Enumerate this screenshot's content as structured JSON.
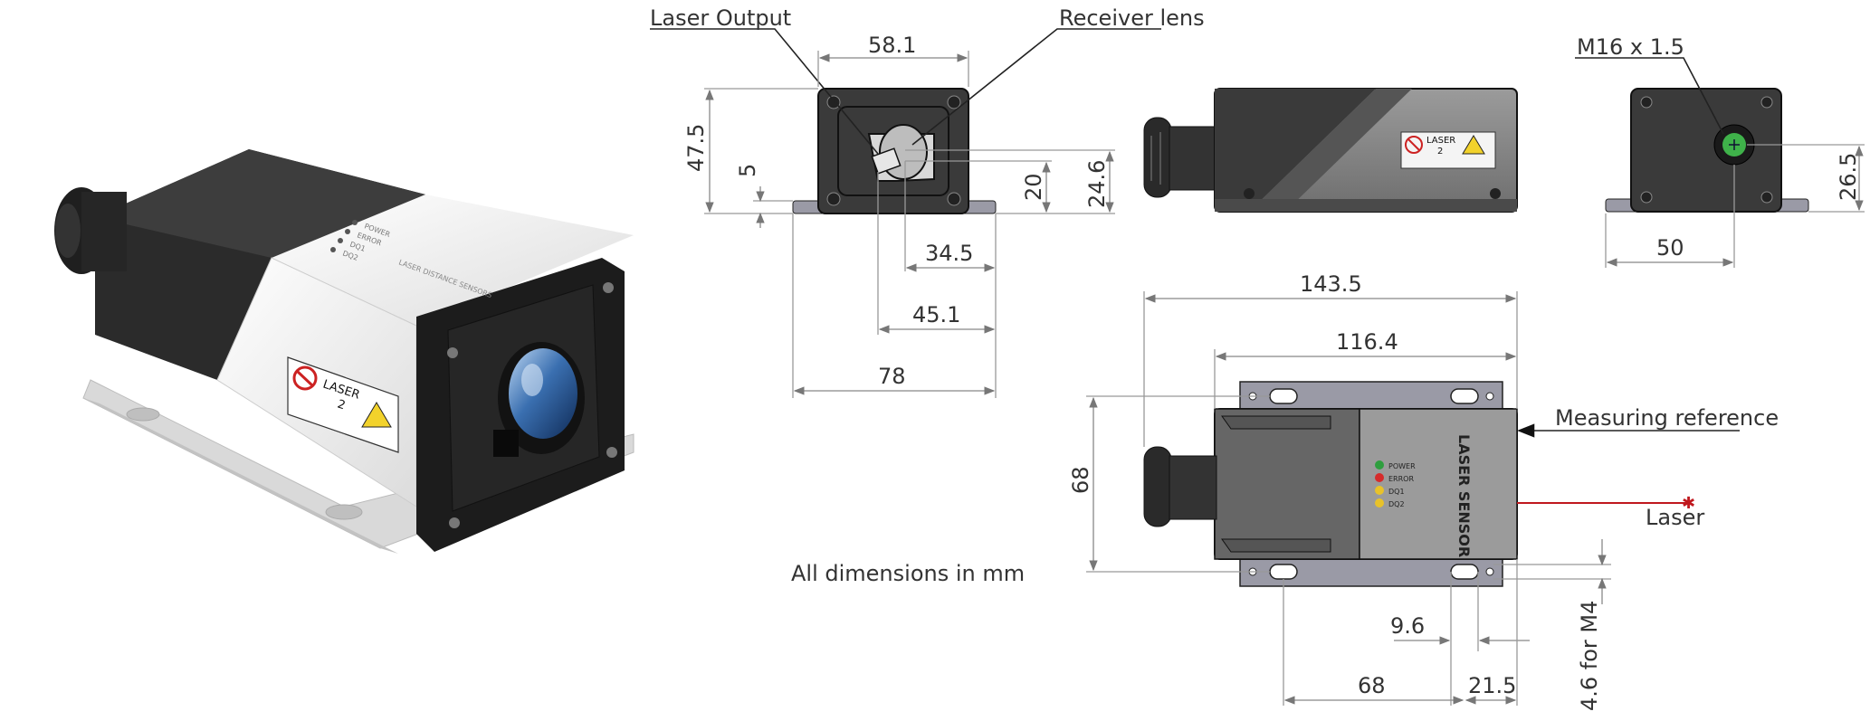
{
  "labels": {
    "laser_output": "Laser Output",
    "receiver_lens": "Receiver lens",
    "thread": "M16 x 1.5",
    "measuring_reference": "Measuring reference",
    "laser": "Laser",
    "units_note": "All dimensions in mm"
  },
  "product_photo": {
    "brand_text": "LASER DISTANCE SENSORS",
    "led_labels": [
      "POWER",
      "ERROR",
      "DQ1",
      "DQ2"
    ],
    "warning_class_title": "LASER",
    "warning_class_number": "2"
  },
  "front_view": {
    "dims": {
      "width_top": "58.1",
      "height": "47.5",
      "base_offset": "5",
      "lens_height_inner": "20",
      "lens_height_outer": "24.6",
      "lens_x_inner": "34.5",
      "lens_x_outer": "45.1",
      "base_width": "78"
    }
  },
  "side_view": {
    "warning_title": "LASER",
    "warning_class": "2"
  },
  "rear_view": {
    "dims": {
      "connector_height": "26.5",
      "connector_x": "50"
    }
  },
  "top_view": {
    "label_text": "LASER SENSOR",
    "leds": [
      {
        "label": "POWER",
        "color": "#2e9e3e"
      },
      {
        "label": "ERROR",
        "color": "#d62b2b"
      },
      {
        "label": "DQ1",
        "color": "#e8c22a"
      },
      {
        "label": "DQ2",
        "color": "#e8c22a"
      }
    ],
    "dims": {
      "overall_length": "143.5",
      "body_length": "116.4",
      "width": "68",
      "hole_spacing_small": "9.6",
      "hole_spacing_long": "68",
      "hole_offset_end": "21.5",
      "mount_hole": "4.6 for M4"
    }
  },
  "colors": {
    "laser_beam": "#c0181e",
    "housing_dark": "#3a3a3a",
    "housing_grey": "#8a8a8a",
    "base_plate": "#9a9aa6",
    "led_green": "#2e9e3e"
  }
}
